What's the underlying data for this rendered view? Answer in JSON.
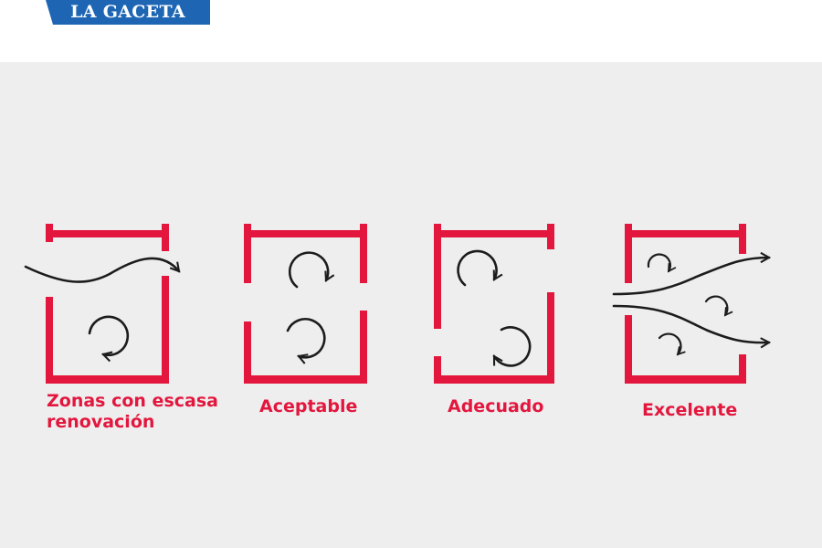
{
  "header": {
    "logo_text": "LA GACETA"
  },
  "colors": {
    "brand_blue": "#1e66b4",
    "accent_red": "#e3173e",
    "panel_background": "#eeeeef",
    "airflow_stroke": "#1c1c1c"
  },
  "diagrams": [
    {
      "caption_lines": [
        "Zonas con escasa",
        "renovación"
      ]
    },
    {
      "caption_lines": [
        "Aceptable"
      ]
    },
    {
      "caption_lines": [
        "Adecuado"
      ]
    },
    {
      "caption_lines": [
        "Excelente"
      ]
    }
  ]
}
